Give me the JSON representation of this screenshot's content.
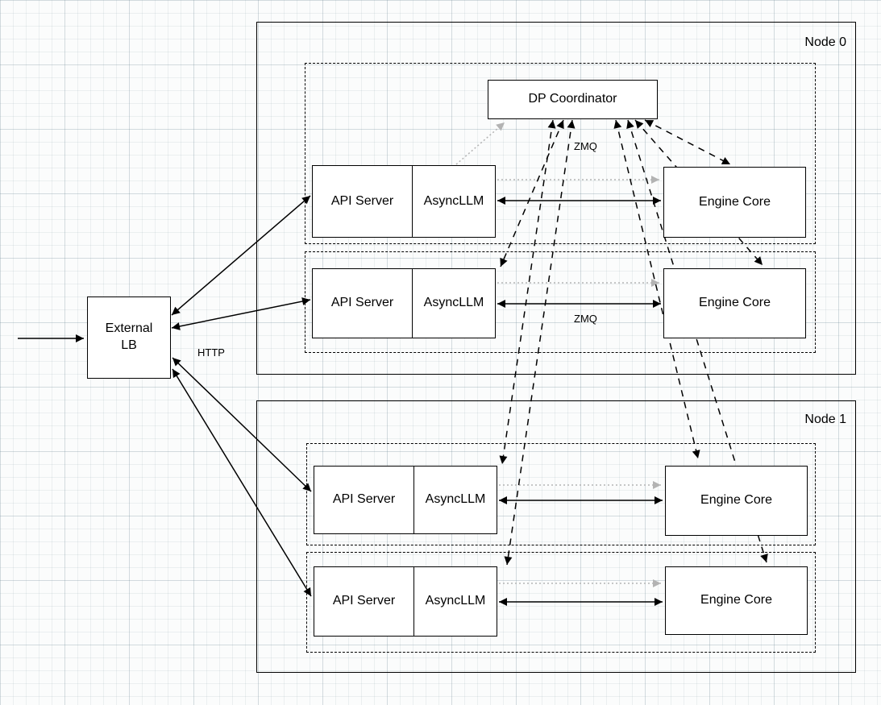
{
  "diagram": {
    "external_lb": {
      "label_line1": "External",
      "label_line2": "LB"
    },
    "node0": {
      "label": "Node 0"
    },
    "node1": {
      "label": "Node 1"
    },
    "coordinator": {
      "label": "DP Coordinator"
    },
    "rows": [
      {
        "api_server": "API Server",
        "async_llm": "AsyncLLM",
        "engine_core": "Engine Core"
      },
      {
        "api_server": "API Server",
        "async_llm": "AsyncLLM",
        "engine_core": "Engine Core"
      },
      {
        "api_server": "API Server",
        "async_llm": "AsyncLLM",
        "engine_core": "Engine Core"
      },
      {
        "api_server": "API Server",
        "async_llm": "AsyncLLM",
        "engine_core": "Engine Core"
      }
    ],
    "labels": {
      "http": "HTTP",
      "zmq_coordinator": "ZMQ",
      "zmq_engine": "ZMQ"
    },
    "connections": [
      {
        "from": "client",
        "to": "External LB",
        "type": "solid-arrow"
      },
      {
        "from": "External LB",
        "to": "API Server x4",
        "type": "solid-bidirectional",
        "label": "HTTP"
      },
      {
        "from": "AsyncLLM",
        "to": "Engine Core",
        "type": "solid-bidirectional",
        "label": "ZMQ"
      },
      {
        "from": "AsyncLLM",
        "to": "Engine Core",
        "type": "dotted-gray-arrow"
      },
      {
        "from": "AsyncLLM",
        "to": "DP Coordinator",
        "type": "dotted-gray-arrow"
      },
      {
        "from": "AsyncLLM",
        "to": "DP Coordinator",
        "type": "dashed-bidirectional"
      },
      {
        "from": "DP Coordinator",
        "to": "Engine Core x4",
        "type": "dashed-bidirectional",
        "label": "ZMQ"
      }
    ]
  }
}
